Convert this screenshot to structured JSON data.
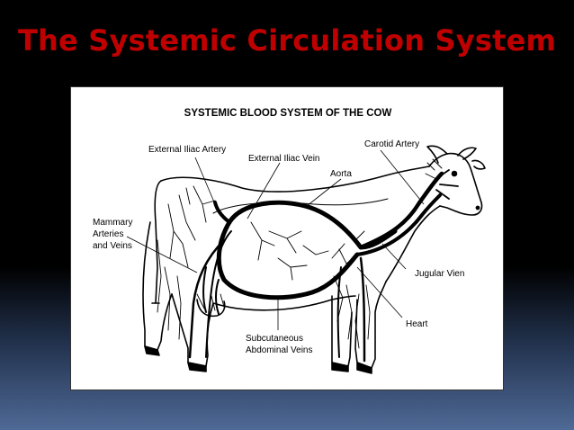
{
  "slide": {
    "title": "The Systemic Circulation System"
  },
  "diagram": {
    "title": "SYSTEMIC BLOOD SYSTEM OF THE COW",
    "labels": {
      "external_iliac_artery": "External Iliac Artery",
      "external_iliac_vein": "External Iliac Vein",
      "carotid_artery": "Carotid Artery",
      "aorta": "Aorta",
      "mammary_line1": "Mammary",
      "mammary_line2": "Arteries",
      "mammary_line3": "and Veins",
      "jugular_vein": "Jugular Vien",
      "heart": "Heart",
      "subcutaneous_line1": "Subcutaneous",
      "subcutaneous_line2": "Abdominal Veins"
    }
  },
  "colors": {
    "title_red": "#c00000",
    "background_top": "#000000",
    "background_bottom": "#4f6a96"
  }
}
